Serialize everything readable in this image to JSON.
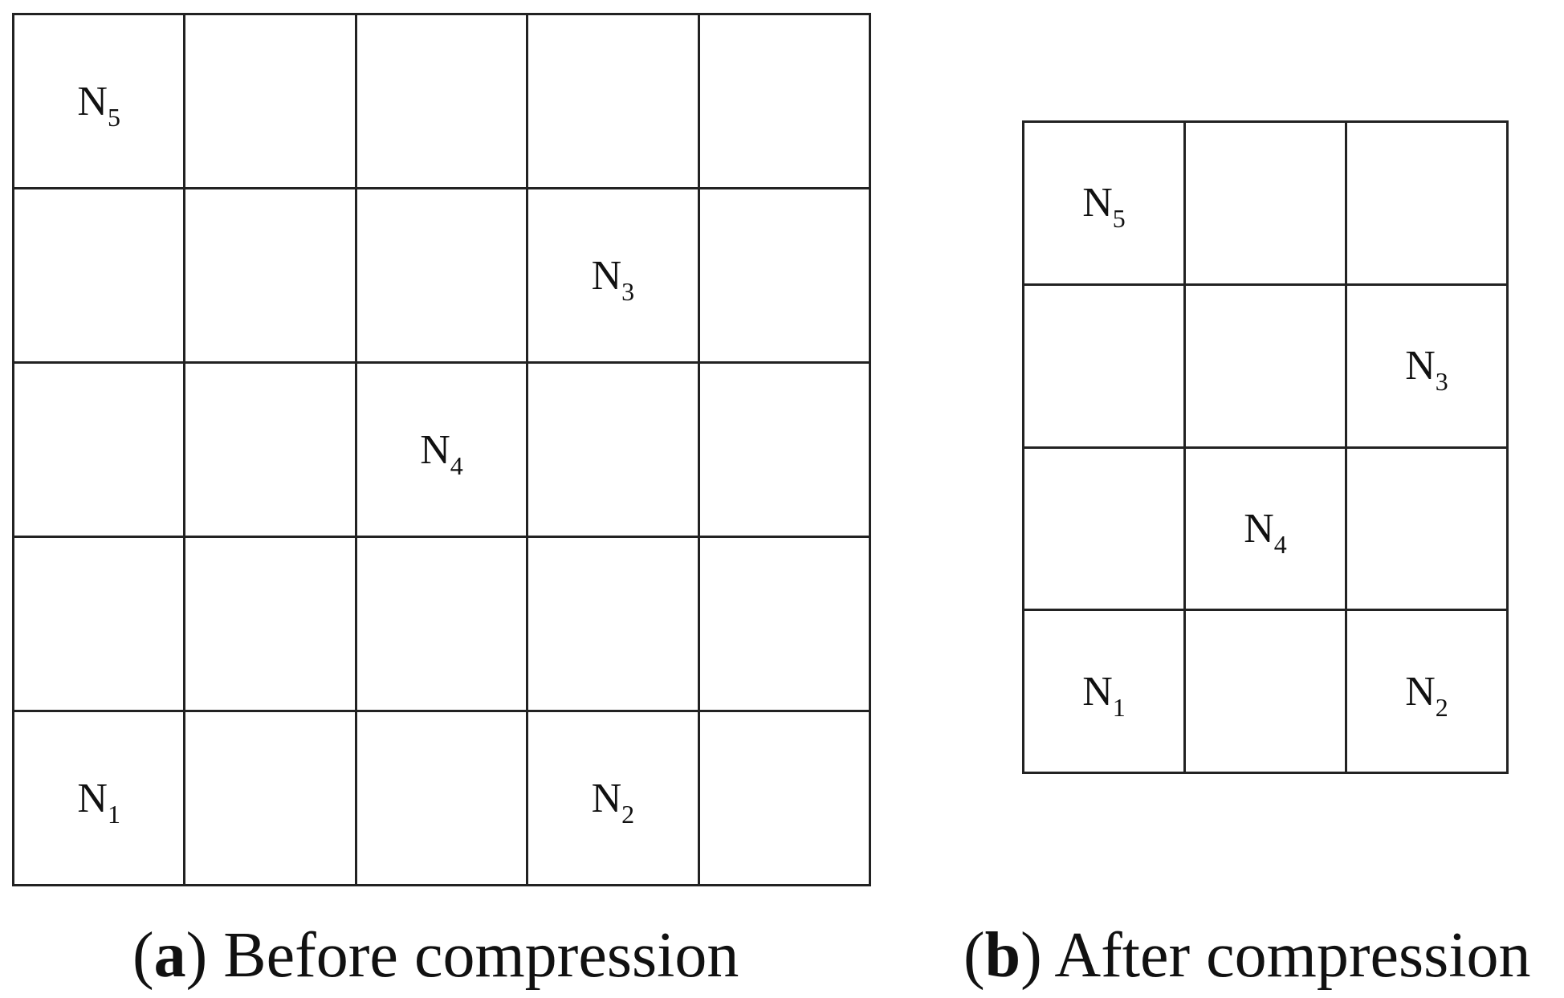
{
  "panel_a": {
    "caption_letter": "a",
    "caption_text": "Before compression",
    "rows": 5,
    "cols": 5,
    "nodes": [
      {
        "base": "N",
        "sub": "5",
        "row": 0,
        "col": 0
      },
      {
        "base": "N",
        "sub": "3",
        "row": 1,
        "col": 3
      },
      {
        "base": "N",
        "sub": "4",
        "row": 2,
        "col": 2
      },
      {
        "base": "N",
        "sub": "1",
        "row": 4,
        "col": 0
      },
      {
        "base": "N",
        "sub": "2",
        "row": 4,
        "col": 3
      }
    ]
  },
  "panel_b": {
    "caption_letter": "b",
    "caption_text": "After compression",
    "rows": 4,
    "cols": 3,
    "nodes": [
      {
        "base": "N",
        "sub": "5",
        "row": 0,
        "col": 0
      },
      {
        "base": "N",
        "sub": "3",
        "row": 1,
        "col": 2
      },
      {
        "base": "N",
        "sub": "4",
        "row": 2,
        "col": 1
      },
      {
        "base": "N",
        "sub": "1",
        "row": 3,
        "col": 0
      },
      {
        "base": "N",
        "sub": "2",
        "row": 3,
        "col": 2
      }
    ]
  }
}
